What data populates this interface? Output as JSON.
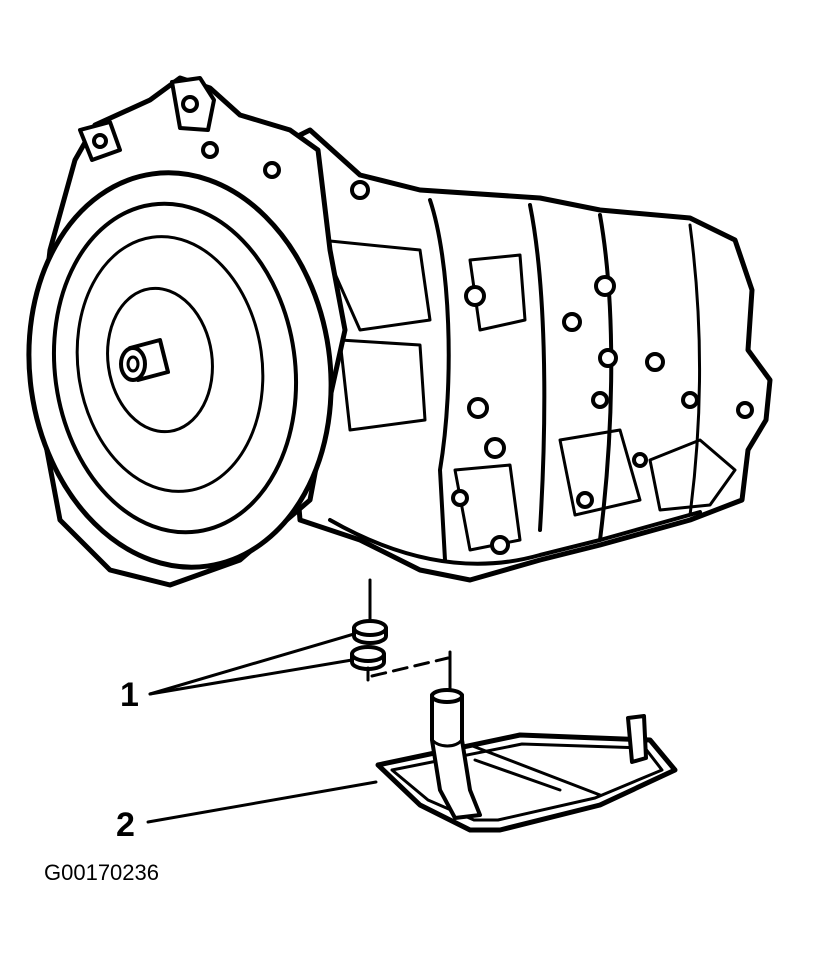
{
  "callouts": [
    {
      "number": "1"
    },
    {
      "number": "2"
    }
  ],
  "figure_id": "G00170236"
}
